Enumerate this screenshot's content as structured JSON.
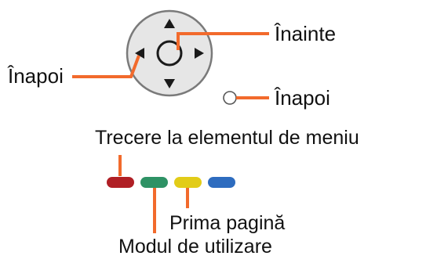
{
  "labels": {
    "forward": "Înainte",
    "back_left": "Înapoi",
    "back_button": "Înapoi",
    "menu_move": "Trecere la elementul de meniu",
    "first_page": "Prima pagină",
    "mode": "Modul de utilizare"
  },
  "icons": {
    "dpad": "directional-pad-icon",
    "ok": "ok-button-icon",
    "back": "back-button-icon"
  },
  "colors": {
    "callout": "#f26a2c",
    "pad_fill": "#e6e6e6",
    "pad_stroke": "#7a7a7a",
    "arrow": "#1a1a1a",
    "button_red": "#b01f25",
    "button_green": "#2e9265",
    "button_yellow": "#e2cc18",
    "button_blue": "#2e6cbf"
  }
}
